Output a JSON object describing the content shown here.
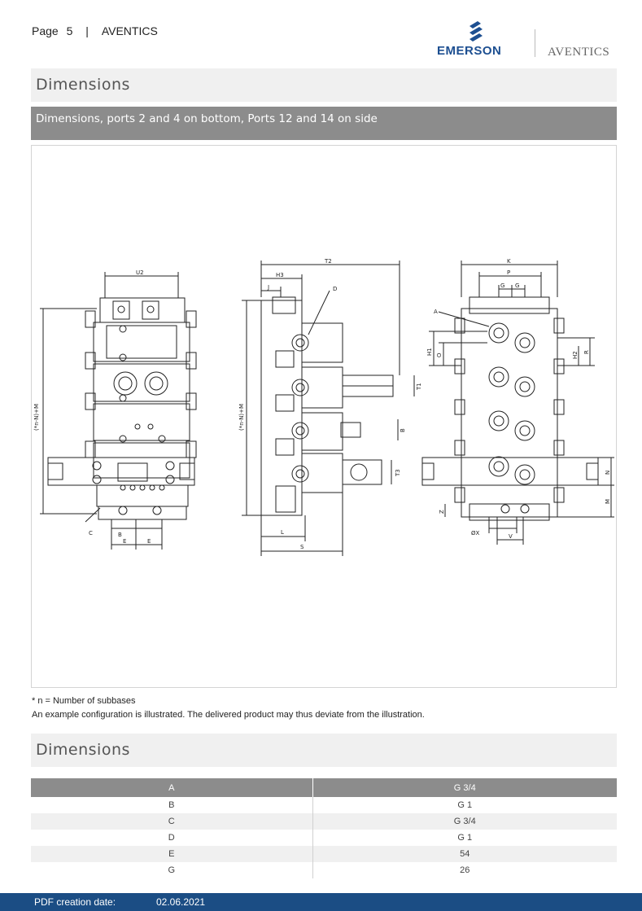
{
  "header": {
    "page_label": "Page",
    "page_number": "5",
    "separator": "|",
    "brand": "AVENTICS"
  },
  "logo": {
    "emerson": "EMERSON",
    "aventics": "AVENTICS",
    "emerson_color": "#1d4f91"
  },
  "section1": {
    "title": "Dimensions"
  },
  "subsection": {
    "title": "Dimensions, ports 2 and 4 on bottom, Ports 12 and 14 on side"
  },
  "drawing": {
    "labels": {
      "u2": "U2",
      "c": "C",
      "b": "B",
      "e1": "E",
      "e2": "E",
      "left_height": "(*n-N)+M",
      "t2": "T2",
      "h3": "H3",
      "j": "J",
      "d": "D",
      "mid_height": "(*n-N)+M",
      "t1": "T1",
      "b2": "B",
      "t3": "T3",
      "l": "L",
      "s": "S",
      "k": "K",
      "p": "P",
      "g1": "G",
      "g2": "G",
      "a": "A",
      "h1": "H1",
      "o": "O",
      "h2": "H2",
      "r": "R",
      "n": "N",
      "m": "M",
      "z": "Z",
      "ox": "ØX",
      "v": "V"
    }
  },
  "notes": {
    "line1": "* n = Number of subbases",
    "line2": "An example configuration is illustrated. The delivered product may thus deviate from the illustration."
  },
  "section2": {
    "title": "Dimensions"
  },
  "table": {
    "header": [
      "A",
      "G 3/4"
    ],
    "rows": [
      [
        "B",
        "G 1"
      ],
      [
        "C",
        "G 3/4"
      ],
      [
        "D",
        "G 1"
      ],
      [
        "E",
        "54"
      ],
      [
        "G",
        "26"
      ]
    ]
  },
  "footer": {
    "label": "PDF creation date:",
    "date": "02.06.2021",
    "color": "#1b4d84"
  }
}
